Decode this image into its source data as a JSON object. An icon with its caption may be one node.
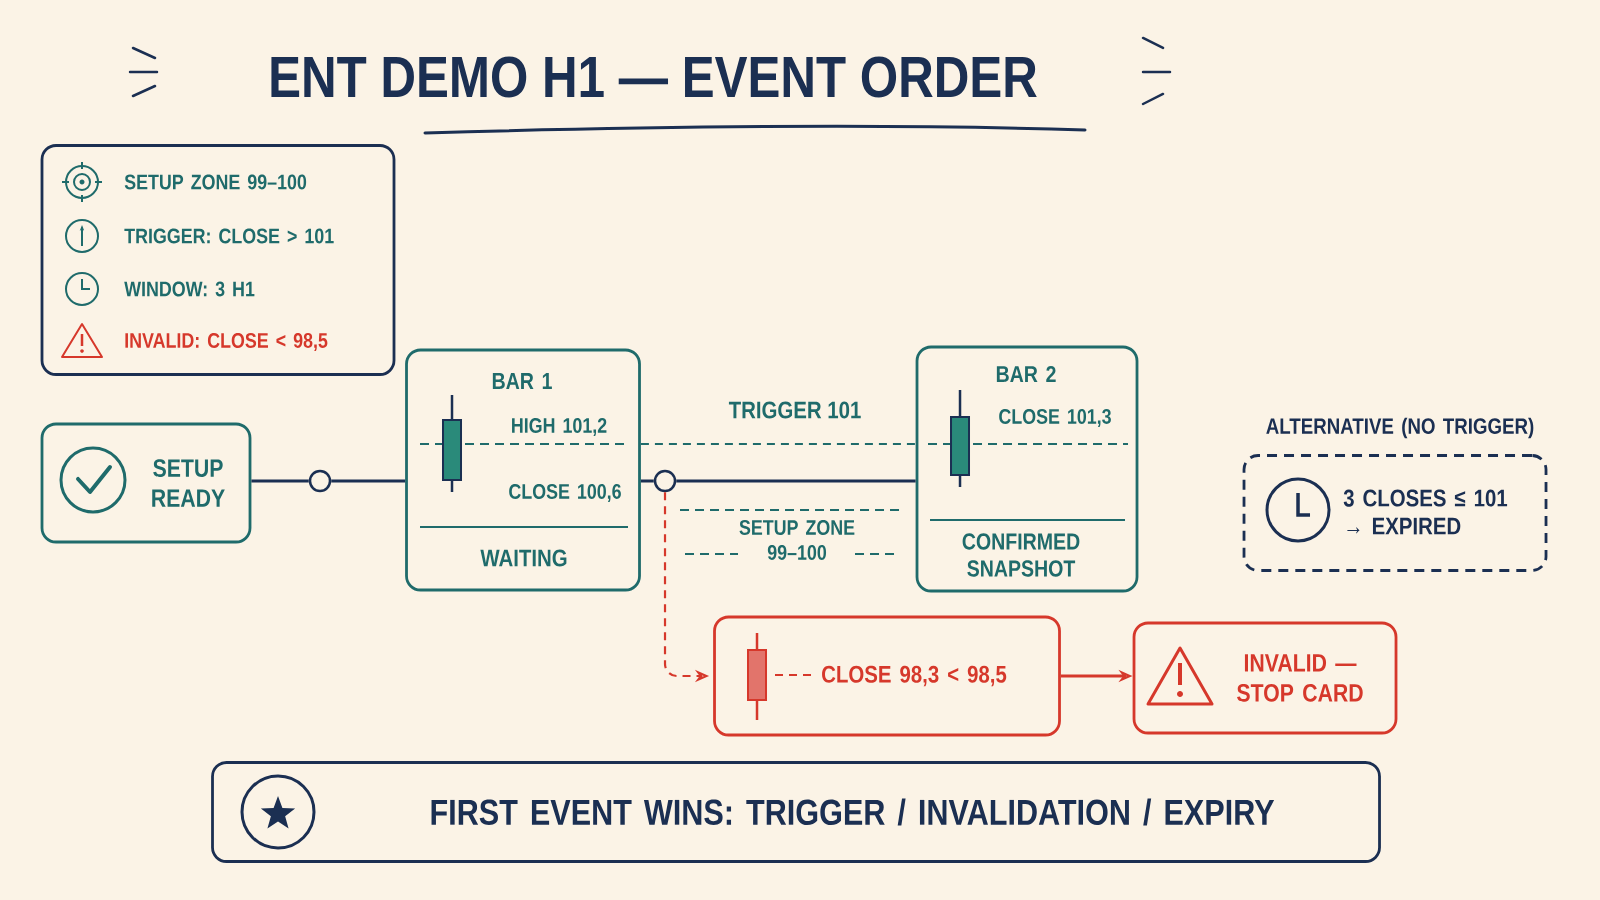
{
  "diagram": {
    "title": "ENT DEMO H1 — EVENT ORDER",
    "nodes": [
      {
        "text": [
          "SETUP ZONE 99–100",
          "TRIGGER: CLOSE > 101",
          "WINDOW: 3 H1",
          "INVALID: CLOSE < 98,5"
        ]
      },
      {
        "text": [
          "SETUP READY"
        ]
      },
      {
        "text": [],
        "shape": "circle"
      },
      {
        "text": [
          "BAR 1",
          "HIGH 101,2",
          "CLOSE 100,6",
          "WAITING"
        ]
      },
      {
        "text": [],
        "shape": "circle"
      },
      {
        "text": [
          "BAR 2",
          "CLOSE 101,3",
          "CONFIRMED SNAPSHOT"
        ]
      },
      {
        "text": [
          "ALTERNATIVE (NO TRIGGER)",
          "3 CLOSES ≤ 101 → EXPIRED"
        ]
      },
      {
        "text": [
          "CLOSE 98,3 < 98,5"
        ]
      },
      {
        "text": [
          "INVALID — STOP CARD"
        ]
      },
      {
        "text": [
          "FIRST EVENT WINS: TRIGGER / INVALIDATION / EXPIRY"
        ]
      }
    ],
    "edges": [
      {
        "from": 1,
        "to": 2,
        "arrow": "none"
      },
      {
        "from": 2,
        "to": 3,
        "arrow": "none"
      },
      {
        "from": 3,
        "to": 4,
        "arrow": "none"
      },
      {
        "from": 3,
        "to": 5,
        "arrow": "none",
        "label": "TRIGGER 101",
        "style": "dashed",
        "color": "#1f6b6b"
      },
      {
        "from": 4,
        "to": 5,
        "arrow": "none"
      },
      {
        "from": 4,
        "to": 7,
        "arrow": "to",
        "style": "dashed",
        "color": "#d6382b"
      },
      {
        "from": 7,
        "to": 8,
        "arrow": "to",
        "color": "#d6382b"
      }
    ],
    "labels": [
      "SETUP ZONE 99–100"
    ]
  }
}
